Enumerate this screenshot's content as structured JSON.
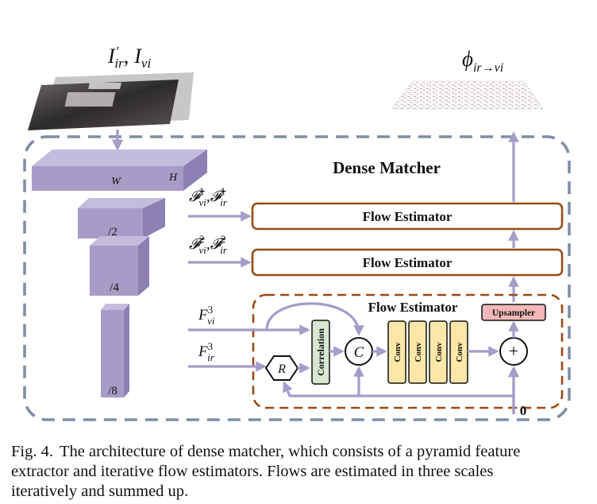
{
  "diagram": {
    "input_label": "I′ir, Ivi",
    "input_label_parts": {
      "base1": "I",
      "prime": "′",
      "sub1": "ir",
      "sep": ",",
      "base2": "I",
      "sub2": "vi"
    },
    "output_label_parts": {
      "base": "ϕ",
      "sub": "ir→vi"
    },
    "matcher_title": "Dense Matcher",
    "pyramid_top": {
      "w_label": "W",
      "h_label": "H"
    },
    "pyramid_levels": [
      "/2",
      "/4",
      "/8"
    ],
    "feature_inputs": [
      {
        "sup": "1",
        "a_sub": "vi",
        "b_sub": "ir"
      },
      {
        "sup": "2",
        "a_sub": "vi",
        "b_sub": "ir"
      }
    ],
    "feature_level3": {
      "sup": "3",
      "vi_sub": "vi",
      "ir_sub": "ir",
      "base": "F"
    },
    "flow_estimator_label": "Flow Estimator",
    "warp_symbol": "R",
    "correlation_label": "Correlation",
    "concat_symbol": "C",
    "conv_labels": [
      "Conv",
      "Conv",
      "Conv",
      "Conv"
    ],
    "add_symbol": "+",
    "upsampler_label": "Upsampler",
    "zero_label": "0",
    "colors": {
      "arrow": "#a79cc7",
      "dashed_border": "#7f8ea5",
      "estimator_border": "#9a4a16",
      "pyramid_front": "#a79cc7",
      "pyramid_top": "#c4bcdc",
      "pyramid_side": "#8c80b2",
      "correlation_fill": "#d6e7d2",
      "conv_fill": "#fbe7a8",
      "upsampler_fill": "#f2b8b8"
    }
  },
  "caption": {
    "label": "Fig. 4.",
    "lines": [
      "The architecture of dense matcher, which consists of a pyramid feature",
      "extractor and iterative flow estimators. Flows are estimated in three scales",
      "iteratively and summed up."
    ]
  }
}
